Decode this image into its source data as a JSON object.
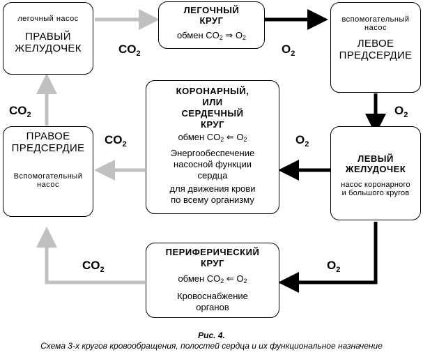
{
  "boxes": {
    "right_ventricle": {
      "sub": "легочный насос",
      "title_1": "ПРАВЫЙ",
      "title_2": "ЖЕЛУДОЧЕК"
    },
    "pulmonary": {
      "title_1": "ЛЕГОЧНЫЙ",
      "title_2": "КРУГ",
      "exchange_prefix": "обмен CO",
      "exchange_mid": " ⇒ O",
      "exchange_sub": "2"
    },
    "left_atrium": {
      "sub_1": "вспомогательный",
      "sub_2": "насос",
      "title_1": "ЛЕВОЕ",
      "title_2": "ПРЕДСЕРДИЕ"
    },
    "right_atrium": {
      "title_1": "ПРАВОЕ",
      "title_2": "ПРЕДСЕРДИЕ",
      "sub_1": "Вспомогательный",
      "sub_2": "насос"
    },
    "coronary": {
      "title_1": "КОРОНАРНЫЙ,",
      "title_2": "ИЛИ",
      "title_3": "СЕРДЕЧНЫЙ",
      "title_4": "КРУГ",
      "exchange_prefix": "обмен CO",
      "exchange_mid": " ⇐ O",
      "exchange_sub": "2",
      "desc_1": "Энергообеспечение",
      "desc_2": "насосной функции",
      "desc_3": "сердца",
      "desc_4": "для движения крови",
      "desc_5": "по всему организму"
    },
    "left_ventricle": {
      "title_1": "ЛЕВЫЙ",
      "title_2": "ЖЕЛУДОЧЕК",
      "sub_1": "насос коронарного",
      "sub_2": "и большого кругов"
    },
    "peripheral": {
      "title_1": "ПЕРИФЕРИЧЕСКИЙ",
      "title_2": "КРУГ",
      "exchange_prefix": "обмен CO",
      "exchange_mid": " ⇐ O",
      "exchange_sub": "2",
      "desc_1": "Кровоснабжение",
      "desc_2": "органов"
    }
  },
  "gas_labels": {
    "co2": "CO",
    "o2": "O",
    "sub": "2"
  },
  "caption": {
    "title": "Рис. 4.",
    "text": "Схема 3-х кругов кровообращения, полостей сердца и их функциональное назначение"
  },
  "colors": {
    "oxygenated_arrow": "#000000",
    "deoxygenated_arrow": "#c0c0c0"
  }
}
